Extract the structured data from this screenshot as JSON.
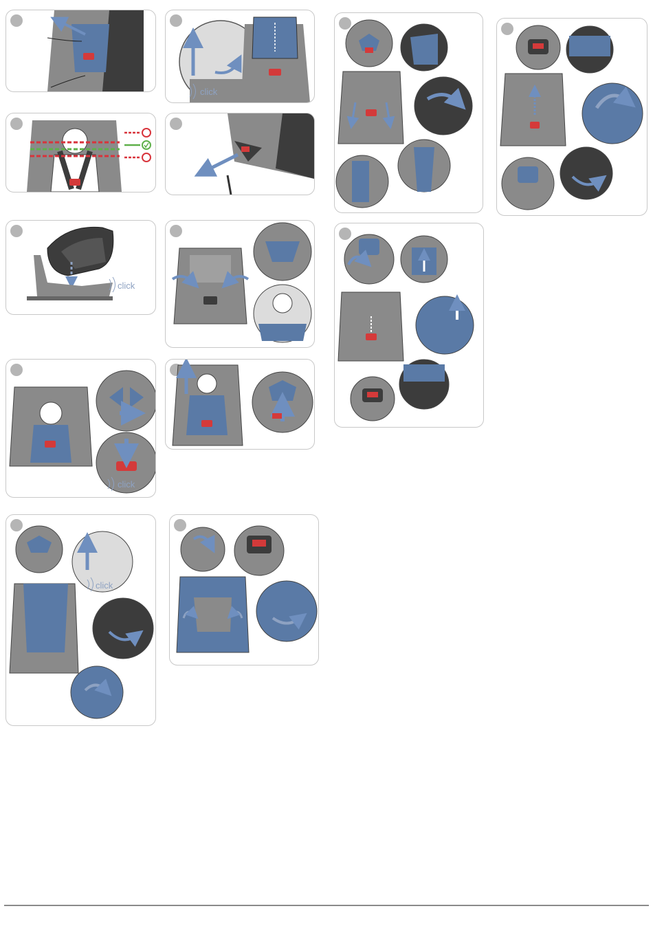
{
  "document": {
    "type": "installation-instructions-page",
    "panel_count": 13
  },
  "labels": {
    "click_1": "click",
    "click_2": "click",
    "click_3": "click",
    "click_4": "click"
  },
  "colors": {
    "panel_border": "#c8c8c8",
    "seat_gray": "#8a8a8a",
    "seat_dark": "#3c3c3c",
    "fabric_blue": "#5a7aa6",
    "arrow_blue": "#6f8fbf",
    "buckle_red": "#d43a3a",
    "indicator_green": "#5fb04a",
    "indicator_red": "#d8333b",
    "badge_gray": "#b5b5b5"
  },
  "icons": [
    "arrow-icon",
    "click-sound-icon",
    "check-circle-icon",
    "cross-circle-icon",
    "hand-icon"
  ]
}
